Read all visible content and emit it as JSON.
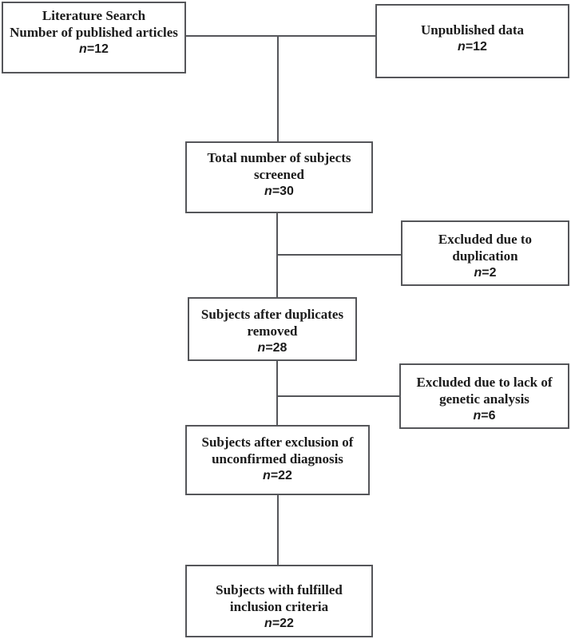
{
  "diagram": {
    "type": "flowchart",
    "colors": {
      "background": "#ffffff",
      "box_border": "#55565a",
      "connector": "#55565a",
      "text": "#1b1b1b"
    },
    "boxes": {
      "literature_search": {
        "line1": "Literature Search",
        "line2": "Number of published articles",
        "n_italic": "n",
        "n_rest": "=12"
      },
      "unpublished_data": {
        "line1": "Unpublished data",
        "n_italic": "n",
        "n_rest": "=12"
      },
      "total_screened": {
        "line1": "Total number of subjects",
        "line2": "screened",
        "n_italic": "n",
        "n_rest": "=30"
      },
      "excluded_duplication": {
        "line1": "Excluded due to",
        "line2": "duplication",
        "n_italic": "n",
        "n_rest": "=2"
      },
      "after_duplicates_removed": {
        "line1": "Subjects after duplicates",
        "line2": "removed",
        "n_italic": "n",
        "n_rest": "=28"
      },
      "excluded_no_genetic_analysis": {
        "line1": "Excluded due to lack of",
        "line2": "genetic analysis",
        "n_italic": "n",
        "n_rest": "=6"
      },
      "after_exclusion_unconfirmed": {
        "line1": "Subjects after exclusion of",
        "line2": "unconfirmed diagnosis",
        "n_italic": "n",
        "n_rest": "=22"
      },
      "fulfilled_inclusion": {
        "line1": "Subjects with fulfilled",
        "line2": "inclusion criteria",
        "n_italic": "n",
        "n_rest": "=22"
      }
    }
  }
}
